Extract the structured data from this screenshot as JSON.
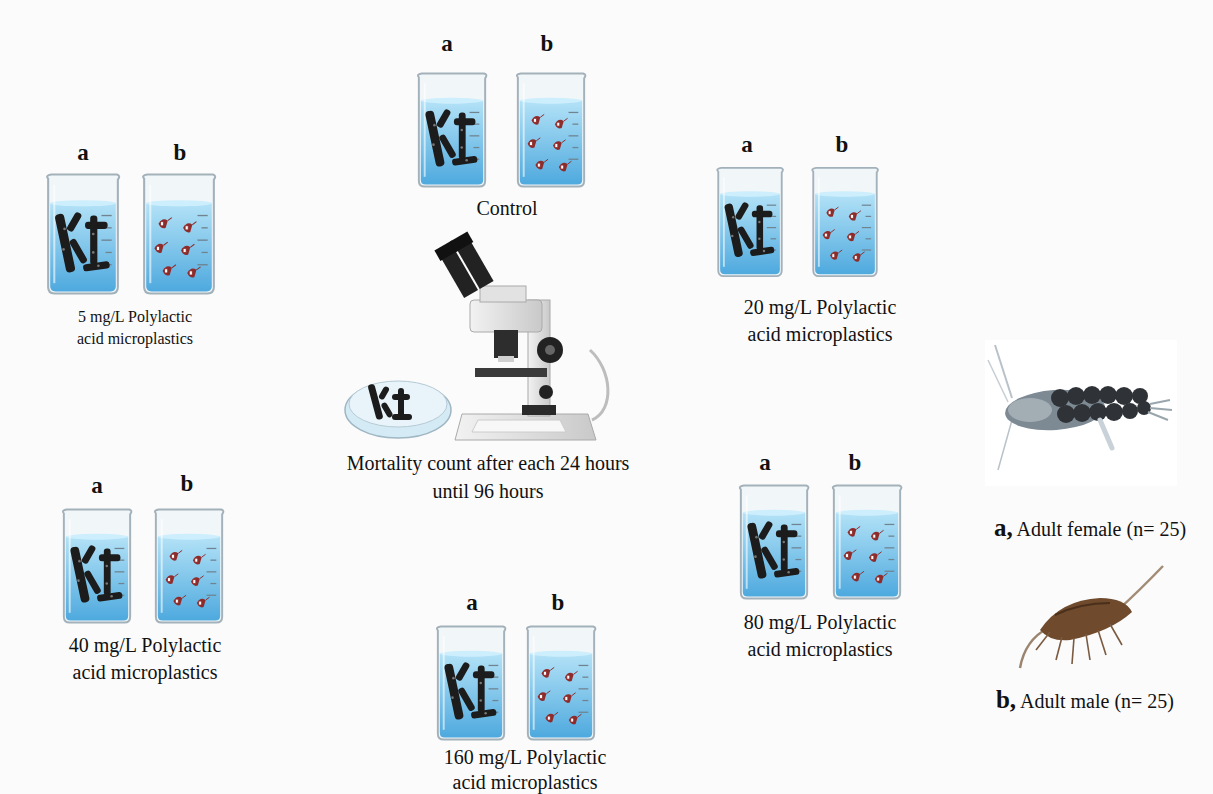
{
  "diagram": {
    "labels": [
      "a",
      "b",
      "Control",
      "a",
      "b",
      "5 mg/L Polylactic acid microplastics",
      "a",
      "b",
      "20 mg/L Polylactic acid microplastics",
      "Mortality count after each 24 hours until 96 hours",
      "a",
      "b",
      "40 mg/L Polylactic acid microplastics",
      "a",
      "b",
      "80 mg/L Polylactic acid microplastics",
      "a",
      "b",
      "160 mg/L Polylactic acid microplastics",
      "a, Adult female (n= 25)",
      "b, Adult male (n= 25)"
    ]
  }
}
